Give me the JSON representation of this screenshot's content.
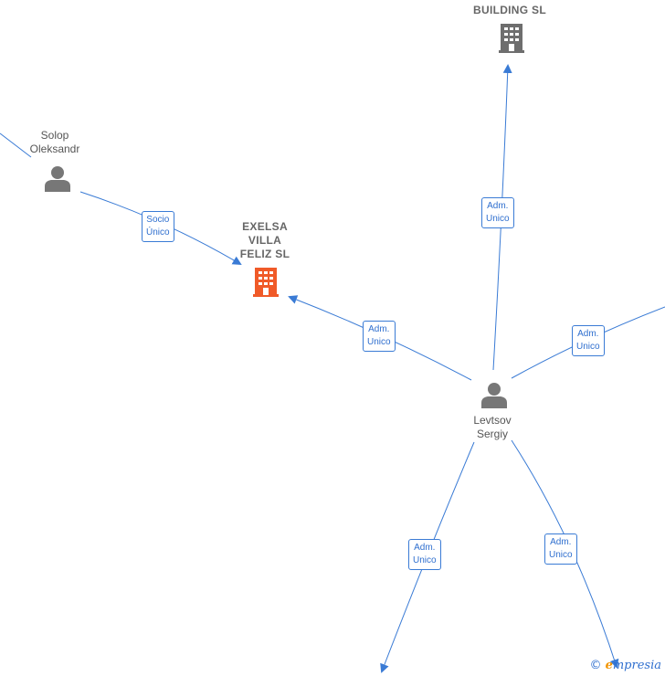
{
  "nodes": {
    "building_sl": {
      "label": "BUILDING  SL",
      "kind": "company"
    },
    "exelsa": {
      "label": "EXELSA\nVILLA\nFELIZ  SL",
      "kind": "company-highlight"
    },
    "solop": {
      "label": "Solop\nOleksandr",
      "kind": "person"
    },
    "levtsov": {
      "label": "Levtsov\nSergiy",
      "kind": "person"
    }
  },
  "edge_labels": {
    "solop_exelsa": "Socio\nÚnico",
    "levtsov_exelsa": "Adm.\nUnico",
    "levtsov_building": "Adm.\nUnico",
    "levtsov_right": "Adm.\nUnico",
    "levtsov_down_left": "Adm.\nUnico",
    "levtsov_down_right": "Adm.\nUnico"
  },
  "colors": {
    "edge": "#3a7bd5",
    "person_icon": "#777777",
    "company_icon": "#6e6e6e",
    "company_highlight": "#f05a28"
  },
  "brand": {
    "copyright": "©",
    "e": "e",
    "rest": "mpresia"
  }
}
